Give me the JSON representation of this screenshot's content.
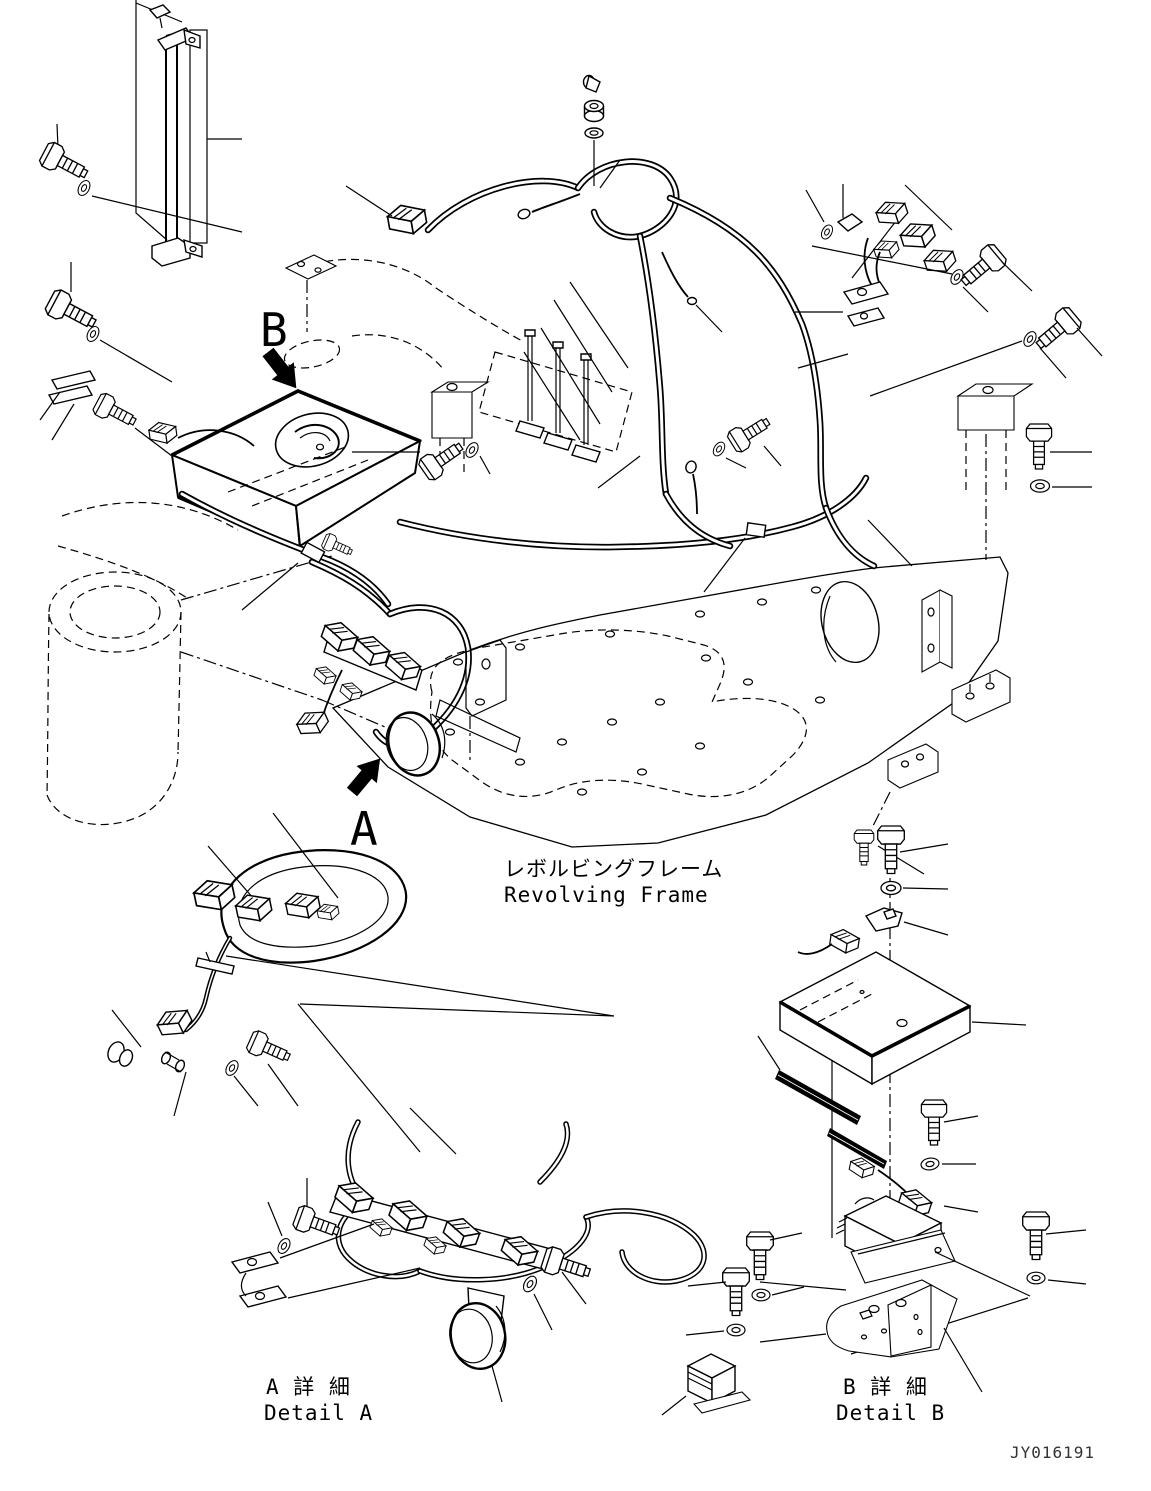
{
  "page": {
    "background": "#ffffff",
    "line_color": "#000000"
  },
  "diagram": {
    "drawing_number": "JY016191",
    "callouts": {
      "b": "B",
      "a": "A"
    },
    "frame_label": {
      "jp": "レボルビングフレーム",
      "en": "Revolving Frame"
    },
    "detail_a": {
      "title_jp": "A 詳 細",
      "title_en": "Detail A"
    },
    "detail_b": {
      "title_jp": "B 詳 細",
      "title_en": "Detail B"
    }
  }
}
